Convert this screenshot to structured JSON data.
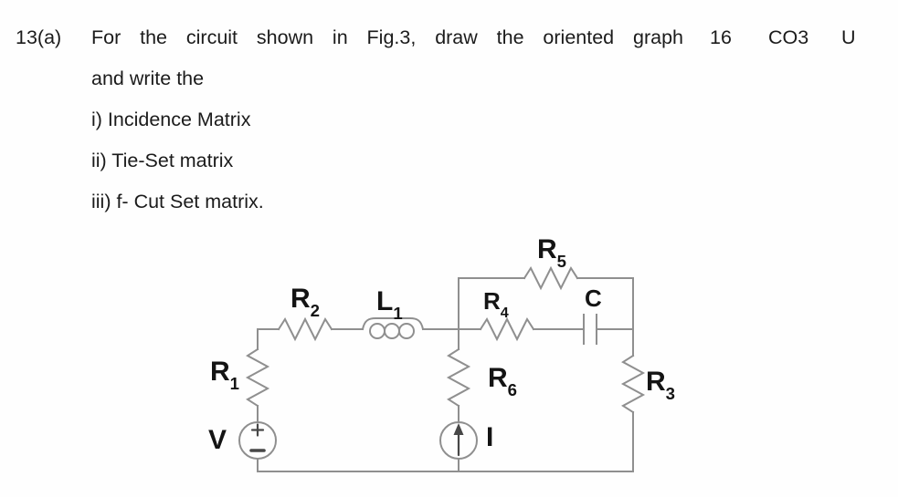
{
  "question": {
    "number": "13(a)",
    "line1": "For the circuit shown in Fig.3, draw the oriented graph",
    "line2": "and write the",
    "items": [
      "i) Incidence Matrix",
      "ii) Tie-Set matrix",
      "iii) f- Cut Set matrix."
    ],
    "right_columns": [
      "16",
      "CO3",
      "U"
    ]
  },
  "circuit": {
    "labels": {
      "r1": {
        "main": "R",
        "sub": "1"
      },
      "r2": {
        "main": "R",
        "sub": "2"
      },
      "r3": {
        "main": "R",
        "sub": "3"
      },
      "r4": {
        "main": "R",
        "sub": "4"
      },
      "r5": {
        "main": "R",
        "sub": "5"
      },
      "r6": {
        "main": "R",
        "sub": "6"
      },
      "l1": {
        "main": "L",
        "sub": "1"
      },
      "c": {
        "main": "C",
        "sub": ""
      },
      "v": {
        "main": "V",
        "sub": ""
      },
      "i": {
        "main": "I",
        "sub": ""
      }
    },
    "colors": {
      "wire": "#8f8f8f",
      "symbol": "#474747",
      "label": "#141414"
    }
  }
}
